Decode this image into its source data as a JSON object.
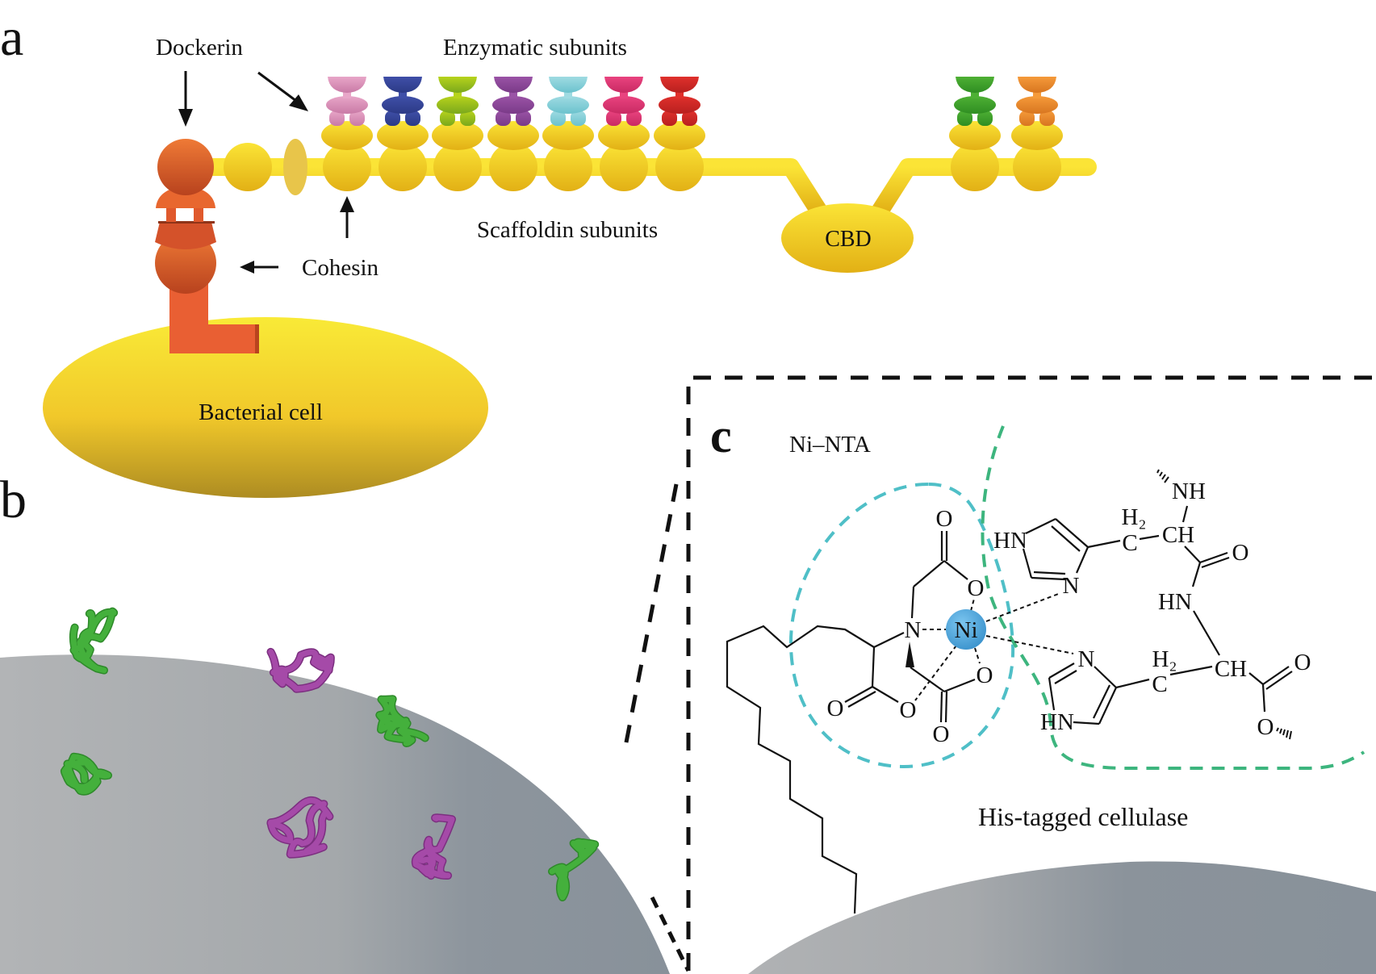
{
  "panels": {
    "a": {
      "letter": "a",
      "labels": {
        "dockerin": "Dockerin",
        "enzymatic_subunits": "Enzymatic subunits",
        "scaffoldin_subunits": "Scaffoldin subunits",
        "cohesin_top": "Cohesin",
        "cbd": "CBD",
        "bacterial_cell": "Bacterial cell"
      },
      "enzymes": [
        {
          "name": "pink",
          "color": "#e8a6c8",
          "dark": "#c97aa6"
        },
        {
          "name": "blue",
          "color": "#3f4fa8",
          "dark": "#2c3a86"
        },
        {
          "name": "lime",
          "color": "#b7d31c",
          "dark": "#7aa81c"
        },
        {
          "name": "purple",
          "color": "#9a53a6",
          "dark": "#7a3a88"
        },
        {
          "name": "cyan",
          "color": "#9fdbe2",
          "dark": "#6bc2cd"
        },
        {
          "name": "magenta",
          "color": "#e9437f",
          "dark": "#c92a63"
        },
        {
          "name": "red",
          "color": "#e0302c",
          "dark": "#b8201f"
        },
        {
          "name": "green",
          "color": "#4eb034",
          "dark": "#2f8e22"
        },
        {
          "name": "orange",
          "color": "#f59a3a",
          "dark": "#d87620"
        }
      ],
      "colors": {
        "scaffold": "#f2c51c",
        "scaffold_dark": "#d9a816",
        "anchor": "#e95d2c",
        "anchor_dark": "#b9441e",
        "cell": "#f5cf2a"
      }
    },
    "b": {
      "letter": "b",
      "proteins": [
        {
          "type": "cellulase",
          "color": "#44b03c"
        },
        {
          "type": "cellulase",
          "color": "#44b03c"
        },
        {
          "type": "other",
          "color": "#a54aa8"
        },
        {
          "type": "cellulase",
          "color": "#44b03c"
        },
        {
          "type": "other",
          "color": "#a54aa8"
        },
        {
          "type": "other",
          "color": "#a54aa8"
        },
        {
          "type": "cellulase",
          "color": "#44b03c"
        }
      ],
      "colors": {
        "surface_light": "#b1b3b5",
        "surface_dark": "#87909a"
      }
    },
    "c": {
      "letter": "c",
      "labels": {
        "ni_nta": "Ni–NTA",
        "his_tagged": "His-tagged cellulase"
      },
      "atoms": {
        "ni": "Ni",
        "n": "N",
        "o": "O",
        "hn": "HN",
        "nh": "NH",
        "c": "C",
        "ch": "CH",
        "h2": "H₂"
      },
      "colors": {
        "ni": "#4aa7df",
        "nta_ring": "#4fbfc7",
        "his_ring": "#3db57e"
      }
    }
  }
}
